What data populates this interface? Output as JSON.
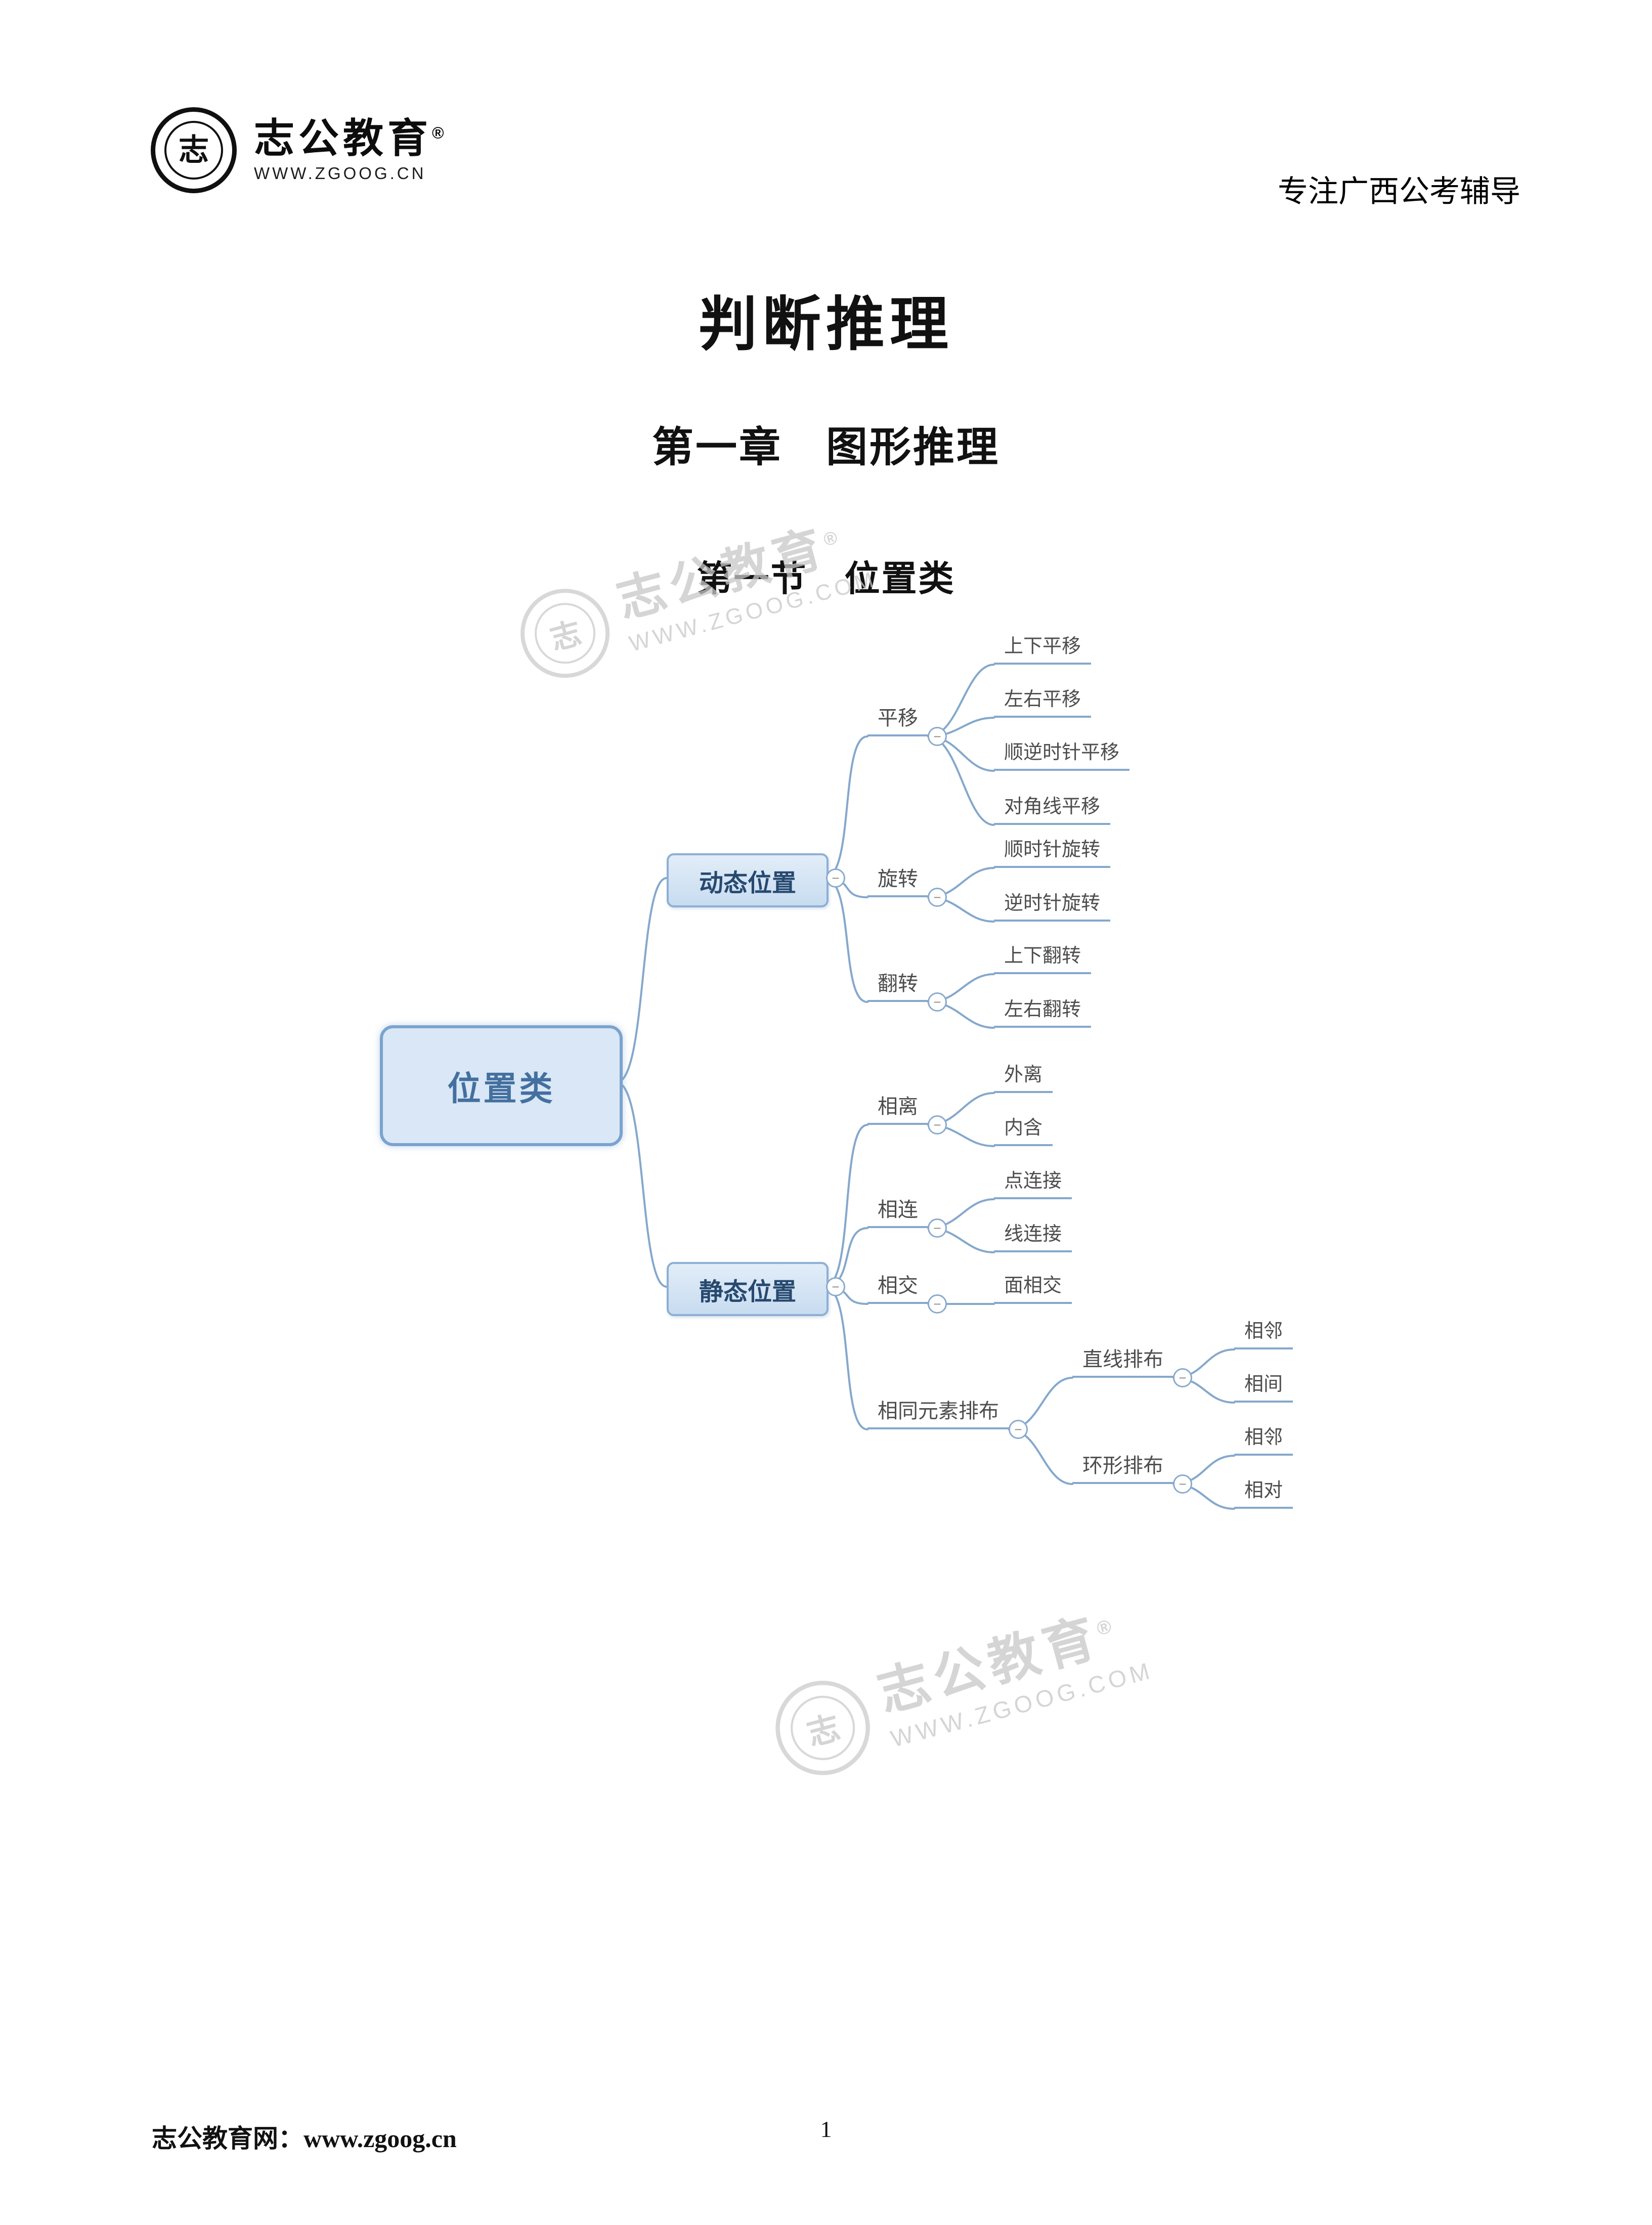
{
  "header": {
    "brand": "志公教育",
    "brand_reg": "®",
    "brand_url": "WWW.ZGOOG.CN",
    "seal_char": "志",
    "tagline": "专注广西公考辅导"
  },
  "title": "判断推理",
  "chapter": "第一章　图形推理",
  "section": "第一节　位置类",
  "watermark": {
    "brand": "志公教育",
    "url": "WWW.ZGOOG.COM",
    "seal_char": "志",
    "reg": "®"
  },
  "icons": {
    "collapse": "−"
  },
  "colors": {
    "line": "#85a8cc",
    "root_fill": "#d9e7f6",
    "root_border": "#7aa3cf",
    "box_fill": "#cfe0f2",
    "box_border": "#8db0d4",
    "root_text": "#44709f",
    "box_text": "#27496f",
    "label_text": "#4d4d4d"
  },
  "mindmap": {
    "root": "位置类",
    "branches": [
      {
        "label": "动态位置",
        "children": [
          {
            "label": "平移",
            "children": [
              {
                "label": "上下平移"
              },
              {
                "label": "左右平移"
              },
              {
                "label": "顺逆时针平移"
              },
              {
                "label": "对角线平移"
              }
            ]
          },
          {
            "label": "旋转",
            "children": [
              {
                "label": "顺时针旋转"
              },
              {
                "label": "逆时针旋转"
              }
            ]
          },
          {
            "label": "翻转",
            "children": [
              {
                "label": "上下翻转"
              },
              {
                "label": "左右翻转"
              }
            ]
          }
        ]
      },
      {
        "label": "静态位置",
        "children": [
          {
            "label": "相离",
            "children": [
              {
                "label": "外离"
              },
              {
                "label": "内含"
              }
            ]
          },
          {
            "label": "相连",
            "children": [
              {
                "label": "点连接"
              },
              {
                "label": "线连接"
              }
            ]
          },
          {
            "label": "相交",
            "children": [
              {
                "label": "面相交"
              }
            ]
          },
          {
            "label": "相同元素排布",
            "children": [
              {
                "label": "直线排布",
                "children": [
                  {
                    "label": "相邻"
                  },
                  {
                    "label": "相间"
                  }
                ]
              },
              {
                "label": "环形排布",
                "children": [
                  {
                    "label": "相邻"
                  },
                  {
                    "label": "相对"
                  }
                ]
              }
            ]
          }
        ]
      }
    ]
  },
  "footer": {
    "site": "志公教育网：www.zgoog.cn",
    "page": "1"
  }
}
